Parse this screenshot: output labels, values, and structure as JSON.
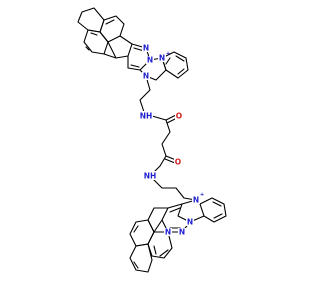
{
  "colors": {
    "bond": "#000000",
    "nitrogen": "#1f1fd0",
    "oxygen": "#d01f1f",
    "background": "#ffffff"
  },
  "labels": {
    "n_upper_1": "N",
    "n_upper_2": "N",
    "n_upper_3": "N",
    "n_upper_4": "N",
    "charge_upper": "+",
    "nh_upper": "NH",
    "o_upper": "O",
    "o_lower": "O",
    "nh_lower": "NH",
    "n_lower_1": "N",
    "n_lower_2": "N",
    "n_lower_3": "N",
    "n_lower_4": "N",
    "charge_lower": "+"
  }
}
